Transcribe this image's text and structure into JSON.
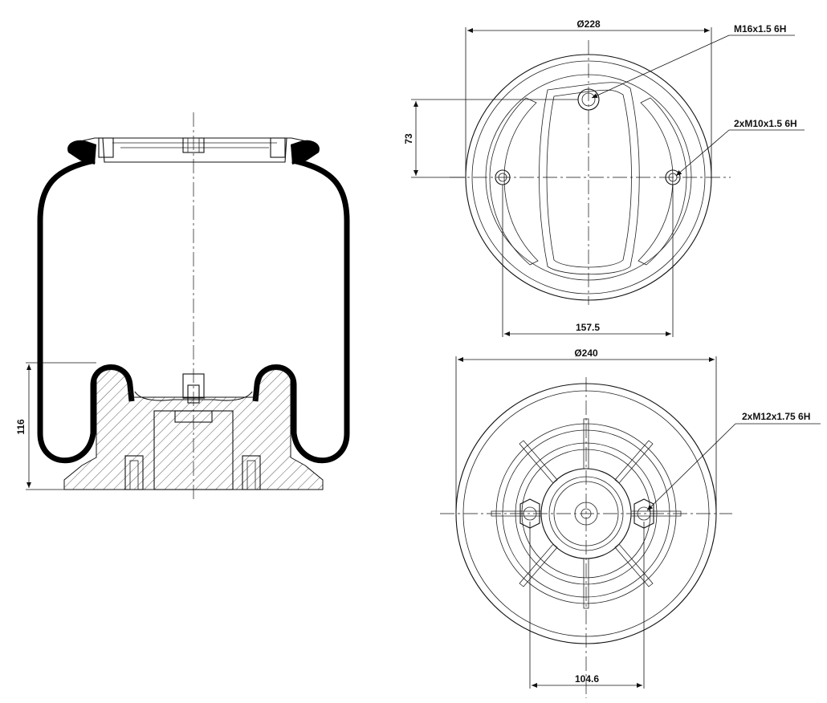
{
  "dimensions": {
    "top_diameter": "Ø228",
    "top_thread_center": "M16x1.5 6H",
    "top_thread_side": "2xM10x1.5 6H",
    "top_offset": "73",
    "top_spacing": "157.5",
    "bottom_diameter": "Ø240",
    "bottom_thread": "2xM12x1.75 6H",
    "bottom_spacing": "104.6",
    "side_height": "116"
  }
}
